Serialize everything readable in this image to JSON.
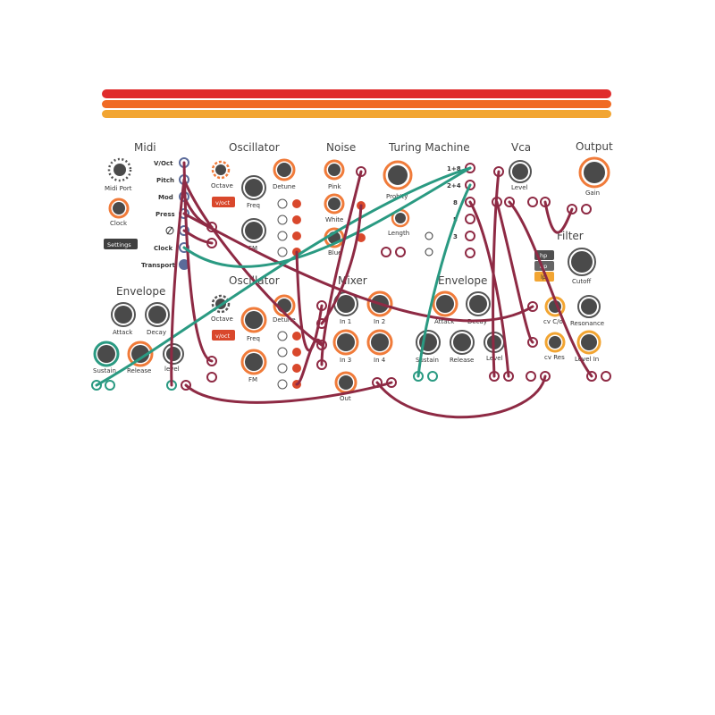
{
  "colors": {
    "stripe_red": "#e02c2c",
    "stripe_orange": "#f06a24",
    "stripe_amber": "#f2a532",
    "knob_ring": "#f07b3a",
    "knob_body": "#4a4a4a",
    "cable_red": "#8e2a44",
    "cable_teal": "#2a9a82",
    "button_red": "#d9482c",
    "button_dark": "#3f3f3f",
    "filter_hp": "#4f4f4f",
    "filter_bp": "#656565",
    "filter_lp": "#f2a532"
  },
  "modules": {
    "midi": {
      "title": "Midi",
      "midi_port": "Midi Port",
      "clock": "Clock",
      "settings": "Settings",
      "outputs": [
        "V/Oct",
        "Pitch",
        "Mod",
        "Press",
        "",
        "Clock",
        "Transport"
      ]
    },
    "osc1": {
      "title": "Oscillator",
      "octave": "Octave",
      "mode": "v/oct",
      "freq": "Freq",
      "detune": "Detune",
      "fm": "FM"
    },
    "osc2": {
      "title": "Oscillator",
      "octave": "Octave",
      "mode": "v/oct",
      "freq": "Freq",
      "detune": "Detune",
      "fm": "FM"
    },
    "noise": {
      "title": "Noise",
      "pink": "Pink",
      "white": "White",
      "blue": "Blue"
    },
    "turing": {
      "title": "Turing Machine",
      "probability": "Prob'ty",
      "length": "Length",
      "outputs": [
        "1+8",
        "2+4",
        "8",
        "5",
        "3",
        ""
      ]
    },
    "vca": {
      "title": "Vca",
      "level": "Level"
    },
    "output": {
      "title": "Output",
      "gain": "Gain"
    },
    "filter": {
      "title": "Filter",
      "modes": [
        "hp",
        "bp",
        "lp"
      ],
      "cutoff": "Cutoff",
      "cv_co": "cv C/o",
      "resonance": "Resonance",
      "cv_res": "cv Res",
      "level_in": "Level In"
    },
    "mixer": {
      "title": "Mixer",
      "in1": "In 1",
      "in2": "In 2",
      "in3": "In 3",
      "in4": "In 4",
      "out": "Out"
    },
    "env_left": {
      "title": "Envelope",
      "attack": "Attack",
      "decay": "Decay",
      "sustain": "Sustain",
      "release": "Release",
      "level": "level"
    },
    "env_right": {
      "title": "Envelope",
      "attack": "Attack",
      "decay": "Decay",
      "sustain": "Sustain",
      "release": "Release",
      "level": "Level"
    }
  }
}
